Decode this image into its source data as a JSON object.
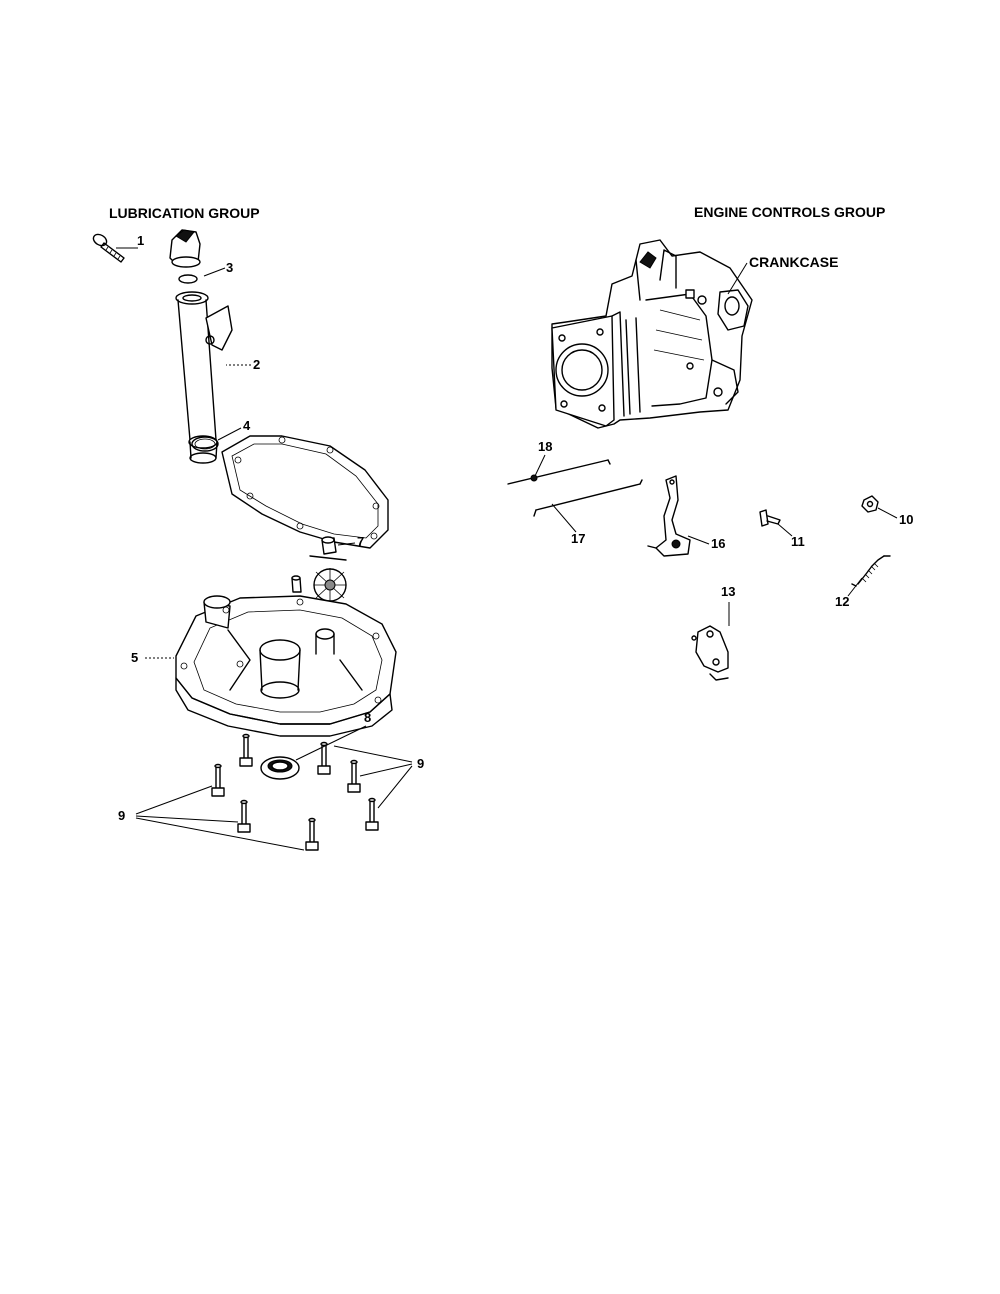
{
  "groups": {
    "lubrication": "LUBRICATION GROUP",
    "engine_controls": "ENGINE CONTROLS GROUP"
  },
  "labels": {
    "crankcase": "CRANKCASE"
  },
  "callouts": {
    "c1": "1",
    "c2": "2",
    "c3": "3",
    "c4": "4",
    "c5": "5",
    "c7": "7",
    "c8": "8",
    "c9_left": "9",
    "c9_right": "9",
    "c10": "10",
    "c11": "11",
    "c12": "12",
    "c13": "13",
    "c16": "16",
    "c17": "17",
    "c18": "18"
  }
}
